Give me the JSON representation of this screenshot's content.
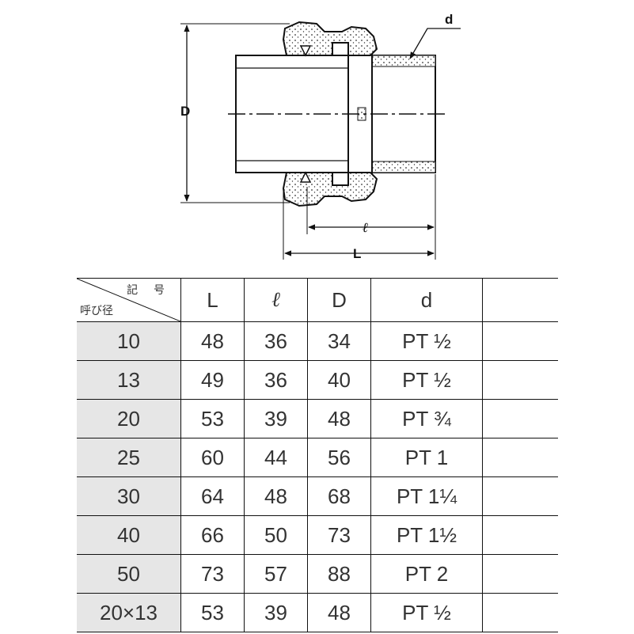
{
  "drawing": {
    "labels": {
      "d": "d",
      "D": "D",
      "ell": "ℓ",
      "L": "L"
    }
  },
  "table": {
    "corner_top": "記 号",
    "corner_bottom": "呼び径",
    "headers": [
      "L",
      "ℓ",
      "D",
      "d"
    ],
    "rows": [
      {
        "size": "10",
        "L": "48",
        "ell": "36",
        "D": "34",
        "d": "PT ½"
      },
      {
        "size": "13",
        "L": "49",
        "ell": "36",
        "D": "40",
        "d": "PT ½"
      },
      {
        "size": "20",
        "L": "53",
        "ell": "39",
        "D": "48",
        "d": "PT ¾"
      },
      {
        "size": "25",
        "L": "60",
        "ell": "44",
        "D": "56",
        "d": "PT 1"
      },
      {
        "size": "30",
        "L": "64",
        "ell": "48",
        "D": "68",
        "d": "PT 1¼"
      },
      {
        "size": "40",
        "L": "66",
        "ell": "50",
        "D": "73",
        "d": "PT 1½"
      },
      {
        "size": "50",
        "L": "73",
        "ell": "57",
        "D": "88",
        "d": "PT 2"
      },
      {
        "size": "20×13",
        "L": "53",
        "ell": "39",
        "D": "48",
        "d": "PT ½"
      }
    ]
  }
}
